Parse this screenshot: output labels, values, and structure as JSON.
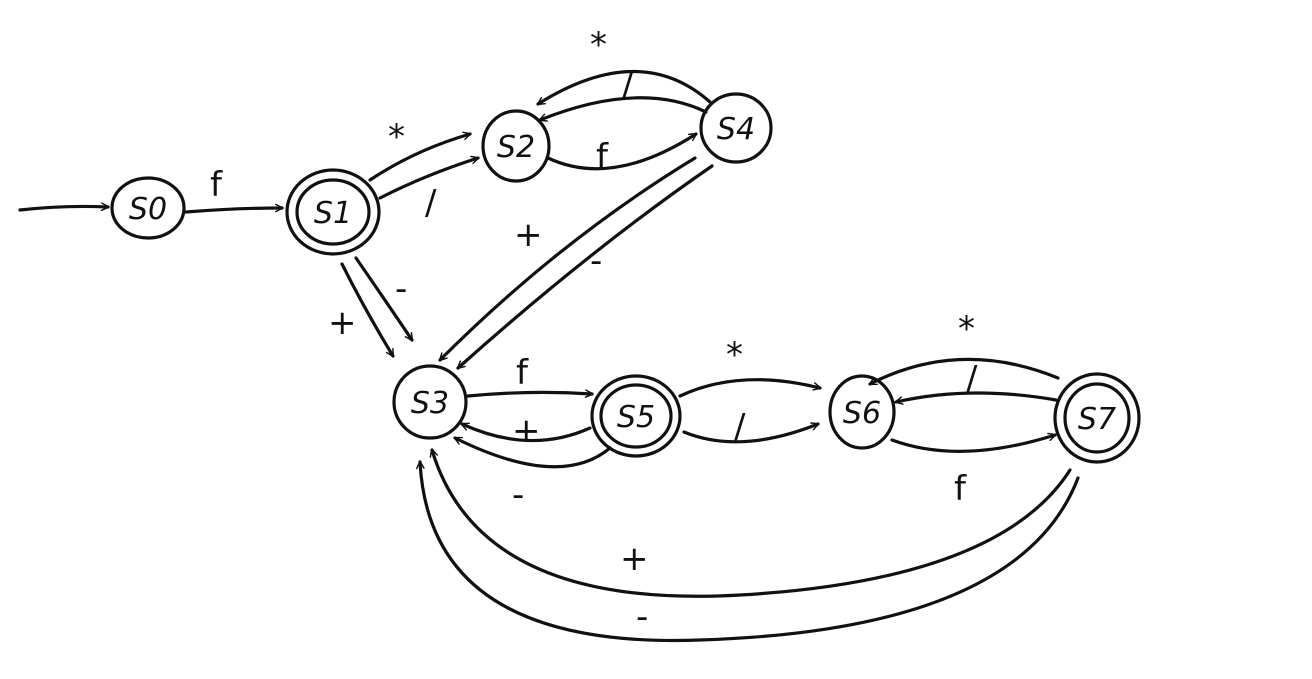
{
  "diagram": {
    "start_state": "s0",
    "states": [
      {
        "id": "s0",
        "label": "S0",
        "accepting": false
      },
      {
        "id": "s1",
        "label": "S1",
        "accepting": true
      },
      {
        "id": "s2",
        "label": "S2",
        "accepting": false
      },
      {
        "id": "s3",
        "label": "S3",
        "accepting": false
      },
      {
        "id": "s4",
        "label": "S4",
        "accepting": false
      },
      {
        "id": "s5",
        "label": "S5",
        "accepting": true
      },
      {
        "id": "s6",
        "label": "S6",
        "accepting": false
      },
      {
        "id": "s7",
        "label": "S7",
        "accepting": true
      }
    ],
    "transitions": [
      {
        "id": "s0-s1",
        "from": "s0",
        "to": "s1",
        "label": "f"
      },
      {
        "id": "s1-s2-star",
        "from": "s1",
        "to": "s2",
        "label": "*"
      },
      {
        "id": "s1-s2-slash",
        "from": "s1",
        "to": "s2",
        "label": "/"
      },
      {
        "id": "s1-s3-plus",
        "from": "s1",
        "to": "s3",
        "label": "+"
      },
      {
        "id": "s1-s3-minus",
        "from": "s1",
        "to": "s3",
        "label": "-"
      },
      {
        "id": "s2-s4",
        "from": "s2",
        "to": "s4",
        "label": "f"
      },
      {
        "id": "s4-s2-star",
        "from": "s4",
        "to": "s2",
        "label": "*"
      },
      {
        "id": "s4-s2-slash",
        "from": "s4",
        "to": "s2",
        "label": "/"
      },
      {
        "id": "s4-s3-plus",
        "from": "s4",
        "to": "s3",
        "label": "+"
      },
      {
        "id": "s4-s3-minus",
        "from": "s4",
        "to": "s3",
        "label": "-"
      },
      {
        "id": "s3-s5",
        "from": "s3",
        "to": "s5",
        "label": "f"
      },
      {
        "id": "s5-s3-plus",
        "from": "s5",
        "to": "s3",
        "label": "+"
      },
      {
        "id": "s5-s3-minus",
        "from": "s5",
        "to": "s3",
        "label": "-"
      },
      {
        "id": "s5-s6-star",
        "from": "s5",
        "to": "s6",
        "label": "*"
      },
      {
        "id": "s5-s6-slash",
        "from": "s5",
        "to": "s6",
        "label": "/"
      },
      {
        "id": "s6-s7",
        "from": "s6",
        "to": "s7",
        "label": "f"
      },
      {
        "id": "s7-s6-star",
        "from": "s7",
        "to": "s6",
        "label": "*"
      },
      {
        "id": "s7-s6-slash",
        "from": "s7",
        "to": "s6",
        "label": "/"
      },
      {
        "id": "s7-s3-plus",
        "from": "s7",
        "to": "s3",
        "label": "+"
      },
      {
        "id": "s7-s3-minus",
        "from": "s7",
        "to": "s3",
        "label": "-"
      }
    ]
  }
}
